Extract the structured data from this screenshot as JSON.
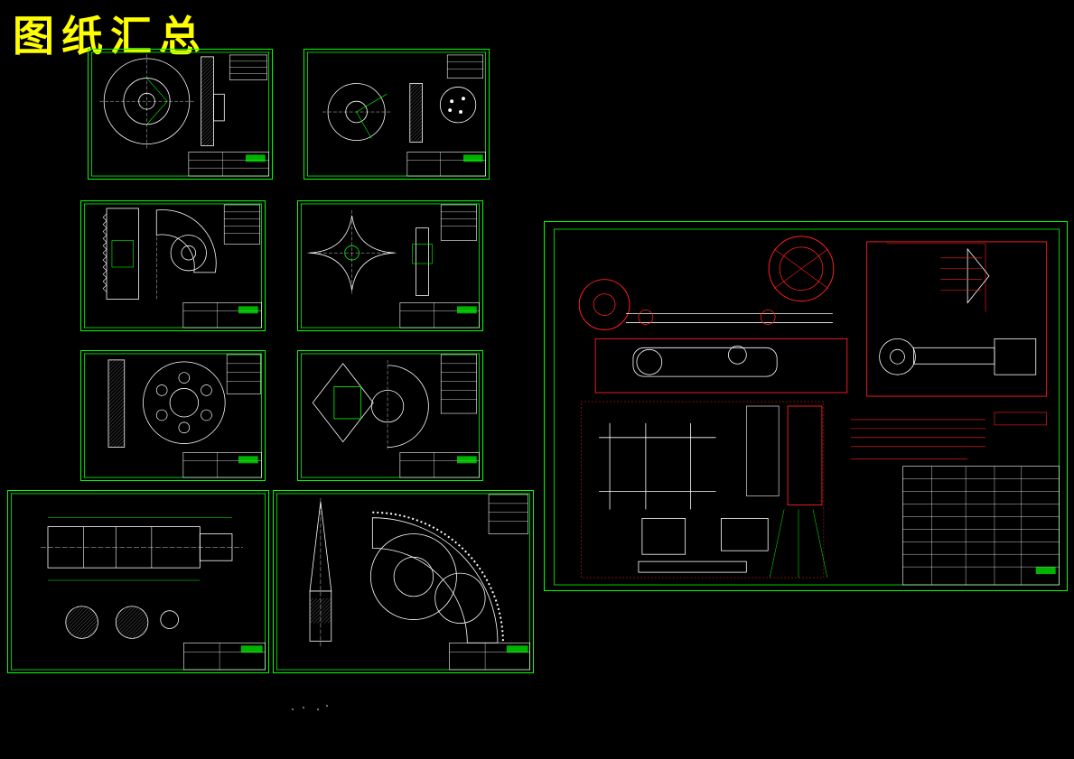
{
  "title": "图纸汇总",
  "colors": {
    "background": "#000000",
    "title": "#ffff00",
    "frame": "#00ff00",
    "geometry": "#ffffff",
    "assembly": "#ff0000"
  },
  "sheets": [
    {
      "id": "sheet-1",
      "kind": "pulley"
    },
    {
      "id": "sheet-2",
      "kind": "ratchet"
    },
    {
      "id": "sheet-3",
      "kind": "sprocket"
    },
    {
      "id": "sheet-4",
      "kind": "cross"
    },
    {
      "id": "sheet-5",
      "kind": "flange"
    },
    {
      "id": "sheet-6",
      "kind": "gear-section"
    },
    {
      "id": "sheet-7",
      "kind": "shaft"
    },
    {
      "id": "sheet-8",
      "kind": "large-gear"
    },
    {
      "id": "sheet-9",
      "kind": "assembly"
    }
  ]
}
